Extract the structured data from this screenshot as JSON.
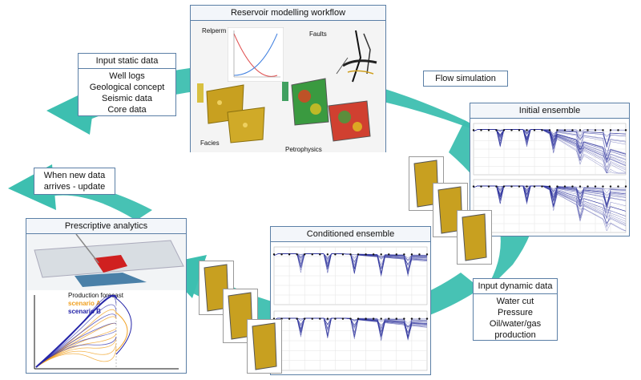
{
  "workflow": {
    "title": "Reservoir modelling workflow",
    "panels": {
      "relperm": "Relperm",
      "faults": "Faults",
      "facies": "Facies",
      "petrophysics": "Petrophysics"
    }
  },
  "static_data": {
    "title": "Input static data",
    "items": [
      "Well logs",
      "Geological concept",
      "Seismic data",
      "Core data"
    ]
  },
  "flow_simulation": "Flow simulation",
  "initial_ensemble": "Initial ensemble",
  "conditioned_ensemble": "Conditioned ensemble",
  "dynamic_data": {
    "title": "Input dynamic data",
    "items": [
      "Water cut",
      "Pressure",
      "Oil/water/gas",
      "production"
    ]
  },
  "update_note": [
    "When new data",
    "arrives - update"
  ],
  "prescriptive": {
    "title": "Prescriptive analytics",
    "chart_title": "Production forecast",
    "scenario_a": "scenario A",
    "scenario_b": "scenario B",
    "scenario_a_color": "#f0a020",
    "scenario_b_color": "#2424a8"
  },
  "colors": {
    "arrow": "#3dbfb0",
    "ensemble": "#2a2f9a",
    "border": "#5b7fa6"
  }
}
